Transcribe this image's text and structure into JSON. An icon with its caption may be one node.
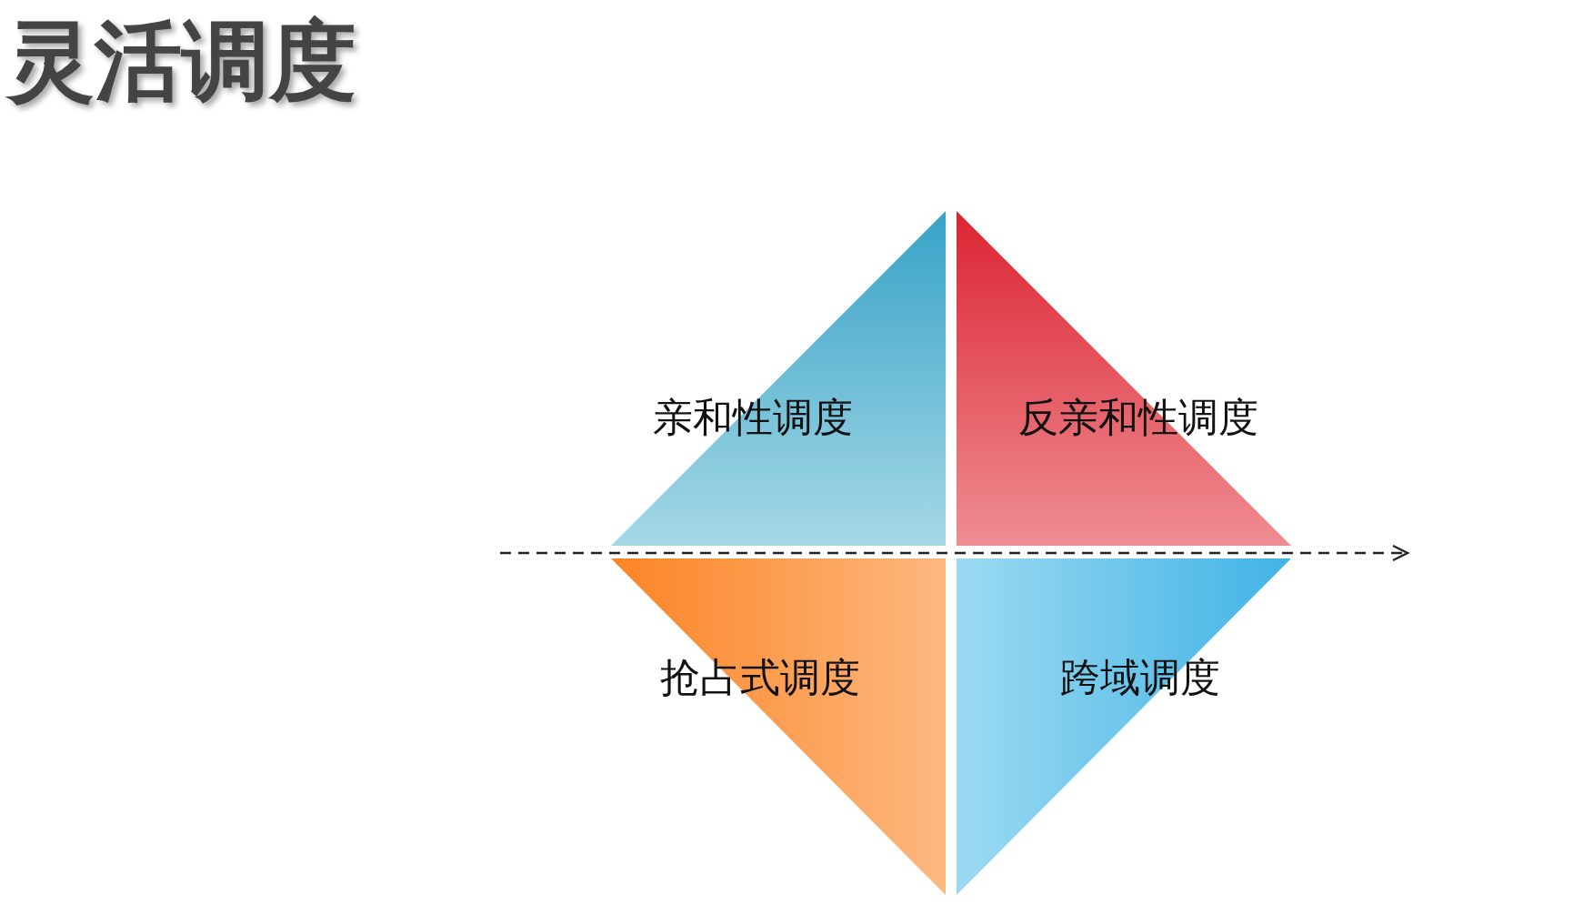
{
  "diagram": {
    "title": "灵活调度",
    "nodes": [
      {
        "text": [
          "亲和性调度"
        ]
      },
      {
        "text": [
          "反亲和性调度"
        ]
      },
      {
        "text": [
          "抢占式调度"
        ]
      },
      {
        "text": [
          "跨域调度"
        ]
      }
    ]
  }
}
